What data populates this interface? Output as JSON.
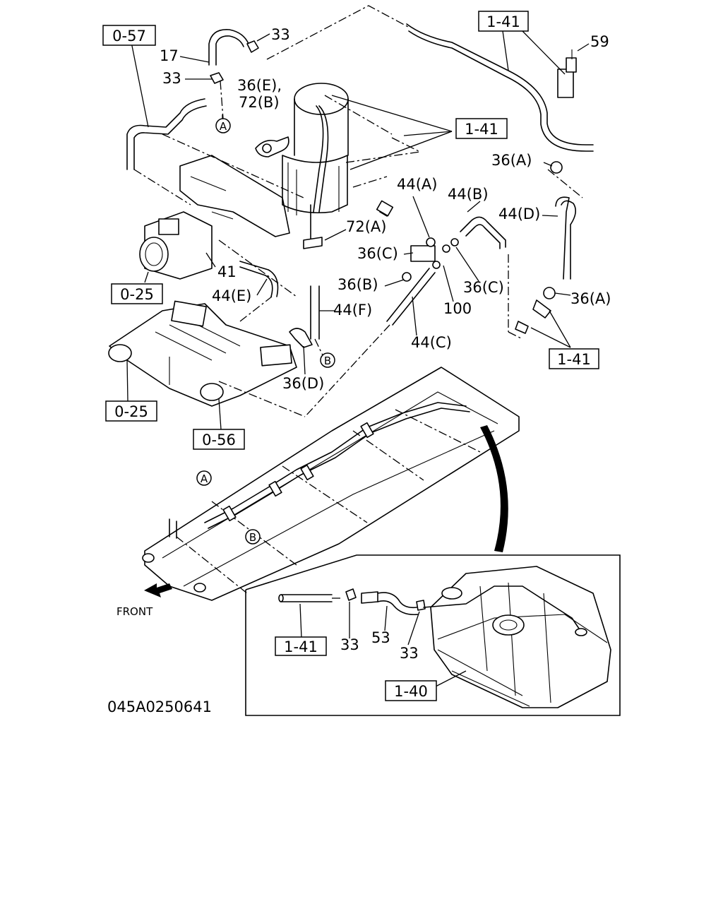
{
  "diagram_id": "045A0250641",
  "front_label": "FRONT",
  "refs": {
    "r057": "0-57",
    "r141_top": "1-41",
    "r141_mid": "1-41",
    "r141_right": "1-41",
    "r025_a": "0-25",
    "r025_b": "0-25",
    "r056": "0-56",
    "r141_inset": "1-41",
    "r140": "1-40"
  },
  "labels": {
    "p33_a": "33",
    "p17": "17",
    "p33_b": "33",
    "p36e": "36(E),",
    "p72b": "72(B)",
    "p59": "59",
    "p36a_top": "36(A)",
    "p44a": "44(A)",
    "p44b": "44(B)",
    "p44d": "44(D)",
    "p72a": "72(A)",
    "p36c_left": "36(C)",
    "p36b": "36(B)",
    "p36c_right": "36(C)",
    "p100": "100",
    "p36a_bot": "36(A)",
    "p41": "41",
    "p44e": "44(E)",
    "p44f": "44(F)",
    "p44c": "44(C)",
    "p36d": "36(D)",
    "p33_c": "33",
    "p53": "53",
    "p33_d": "33"
  },
  "callouts": {
    "a_top": "A",
    "b_top": "B",
    "a_frame": "A",
    "b_frame": "B"
  }
}
